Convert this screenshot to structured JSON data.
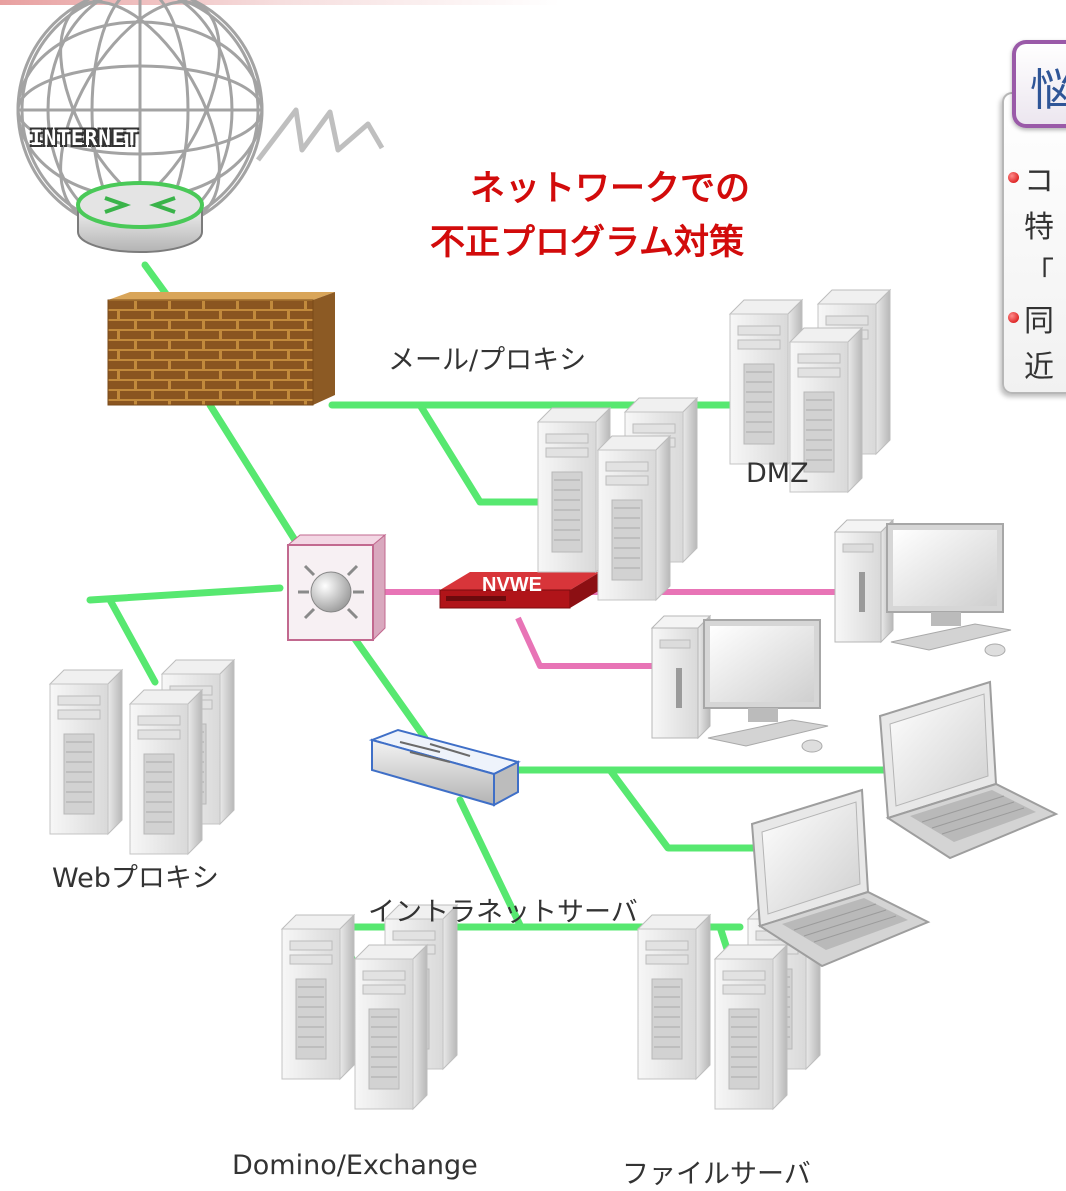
{
  "title": {
    "line1": "ネットワークでの",
    "line2": "不正プログラム対策"
  },
  "labels": {
    "internet": "INTERNET",
    "mail_proxy": "メール/プロキシ",
    "dmz": "DMZ",
    "nvwe": "NVWE",
    "web_proxy": "Webプロキシ",
    "intranet_servers": "イントラネットサーバ",
    "domino_exchange": "Domino/Exchange",
    "file_server": "ファイルサーバ"
  },
  "side_panel": {
    "tab_char": "悩",
    "fragments": [
      "コ",
      "特",
      "「",
      "同",
      "近"
    ]
  },
  "colors": {
    "link_green": "#57e870",
    "link_pink": "#e874b6",
    "title_red": "#d20b0b",
    "nvwe_red": "#c4161c",
    "panel_purple": "#9a5aa8"
  },
  "icons": {
    "globe": "internet-globe-icon",
    "router": "router-icon",
    "firewall": "firewall-icon",
    "core_switch": "core-switch-icon",
    "appliance": "nvwe-appliance-icon",
    "switch": "switch-icon",
    "server": "server-tower-icon",
    "desktop": "desktop-pc-icon",
    "laptop": "laptop-icon"
  }
}
